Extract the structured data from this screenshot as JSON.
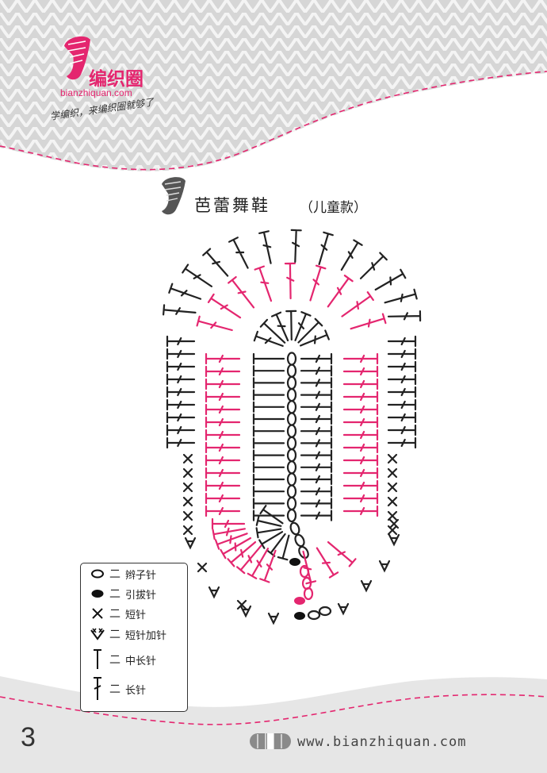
{
  "brand": {
    "name": "编织圈",
    "url": "bianzhiquan.com",
    "slogan": "学编织，来编织圈就够了"
  },
  "title": {
    "main": "芭蕾舞鞋",
    "sub": "（儿童款）"
  },
  "legend": [
    {
      "icon": "chain-stitch-icon",
      "label": "辫子针"
    },
    {
      "icon": "slip-stitch-icon",
      "label": "引拔针"
    },
    {
      "icon": "single-crochet-icon",
      "label": "短针"
    },
    {
      "icon": "sc-increase-icon",
      "label": "短针加针"
    },
    {
      "icon": "half-double-crochet-icon",
      "label": "中长针"
    },
    {
      "icon": "double-crochet-icon",
      "label": "长针"
    }
  ],
  "footer": {
    "page_number": "3",
    "website": "www.bianzhiquan.com"
  },
  "colors": {
    "accent": "#e4266f",
    "ink": "#222222",
    "knit_bg": "#dcdcdc",
    "footer_bg": "#e6e6e6"
  }
}
